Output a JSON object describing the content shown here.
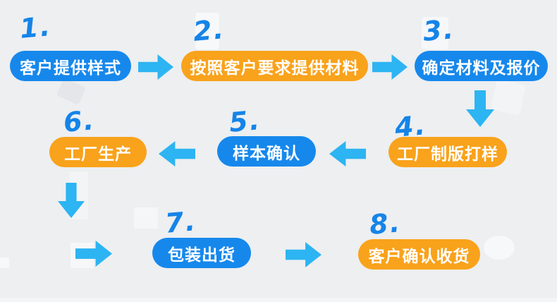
{
  "flow": {
    "steps": [
      {
        "num": "1.",
        "label": "客户提供样式",
        "color": "blue"
      },
      {
        "num": "2.",
        "label": "按照客户要求提供材料",
        "color": "orange"
      },
      {
        "num": "3.",
        "label": "确定材料及报价",
        "color": "blue"
      },
      {
        "num": "4.",
        "label": "工厂制版打样",
        "color": "orange"
      },
      {
        "num": "5.",
        "label": "样本确认",
        "color": "blue"
      },
      {
        "num": "6.",
        "label": "工厂生产",
        "color": "orange"
      },
      {
        "num": "7.",
        "label": "包装出货",
        "color": "blue"
      },
      {
        "num": "8.",
        "label": "客户确认收货",
        "color": "orange"
      }
    ],
    "connections": [
      {
        "from": 1,
        "to": 2,
        "direction": "right"
      },
      {
        "from": 2,
        "to": 3,
        "direction": "right"
      },
      {
        "from": 3,
        "to": 4,
        "direction": "down"
      },
      {
        "from": 4,
        "to": 5,
        "direction": "left"
      },
      {
        "from": 5,
        "to": 6,
        "direction": "left"
      },
      {
        "from": 6,
        "to": 7,
        "direction": "down-then-right"
      },
      {
        "from": 7,
        "to": 8,
        "direction": "right"
      }
    ]
  },
  "colors": {
    "pill_blue": "#1688ec",
    "pill_orange": "#f9a21b",
    "arrow_cyan": "#2db4f2",
    "number_blue": "#1584e8",
    "background": "#edeff1",
    "pill_text": "#ffffff"
  },
  "icons": [
    {
      "name": "arrow-right-icon",
      "shape": "css-clip-path-arrow"
    },
    {
      "name": "arrow-left-icon",
      "shape": "css-clip-path-arrow"
    },
    {
      "name": "arrow-down-icon",
      "shape": "css-clip-path-arrow"
    }
  ]
}
